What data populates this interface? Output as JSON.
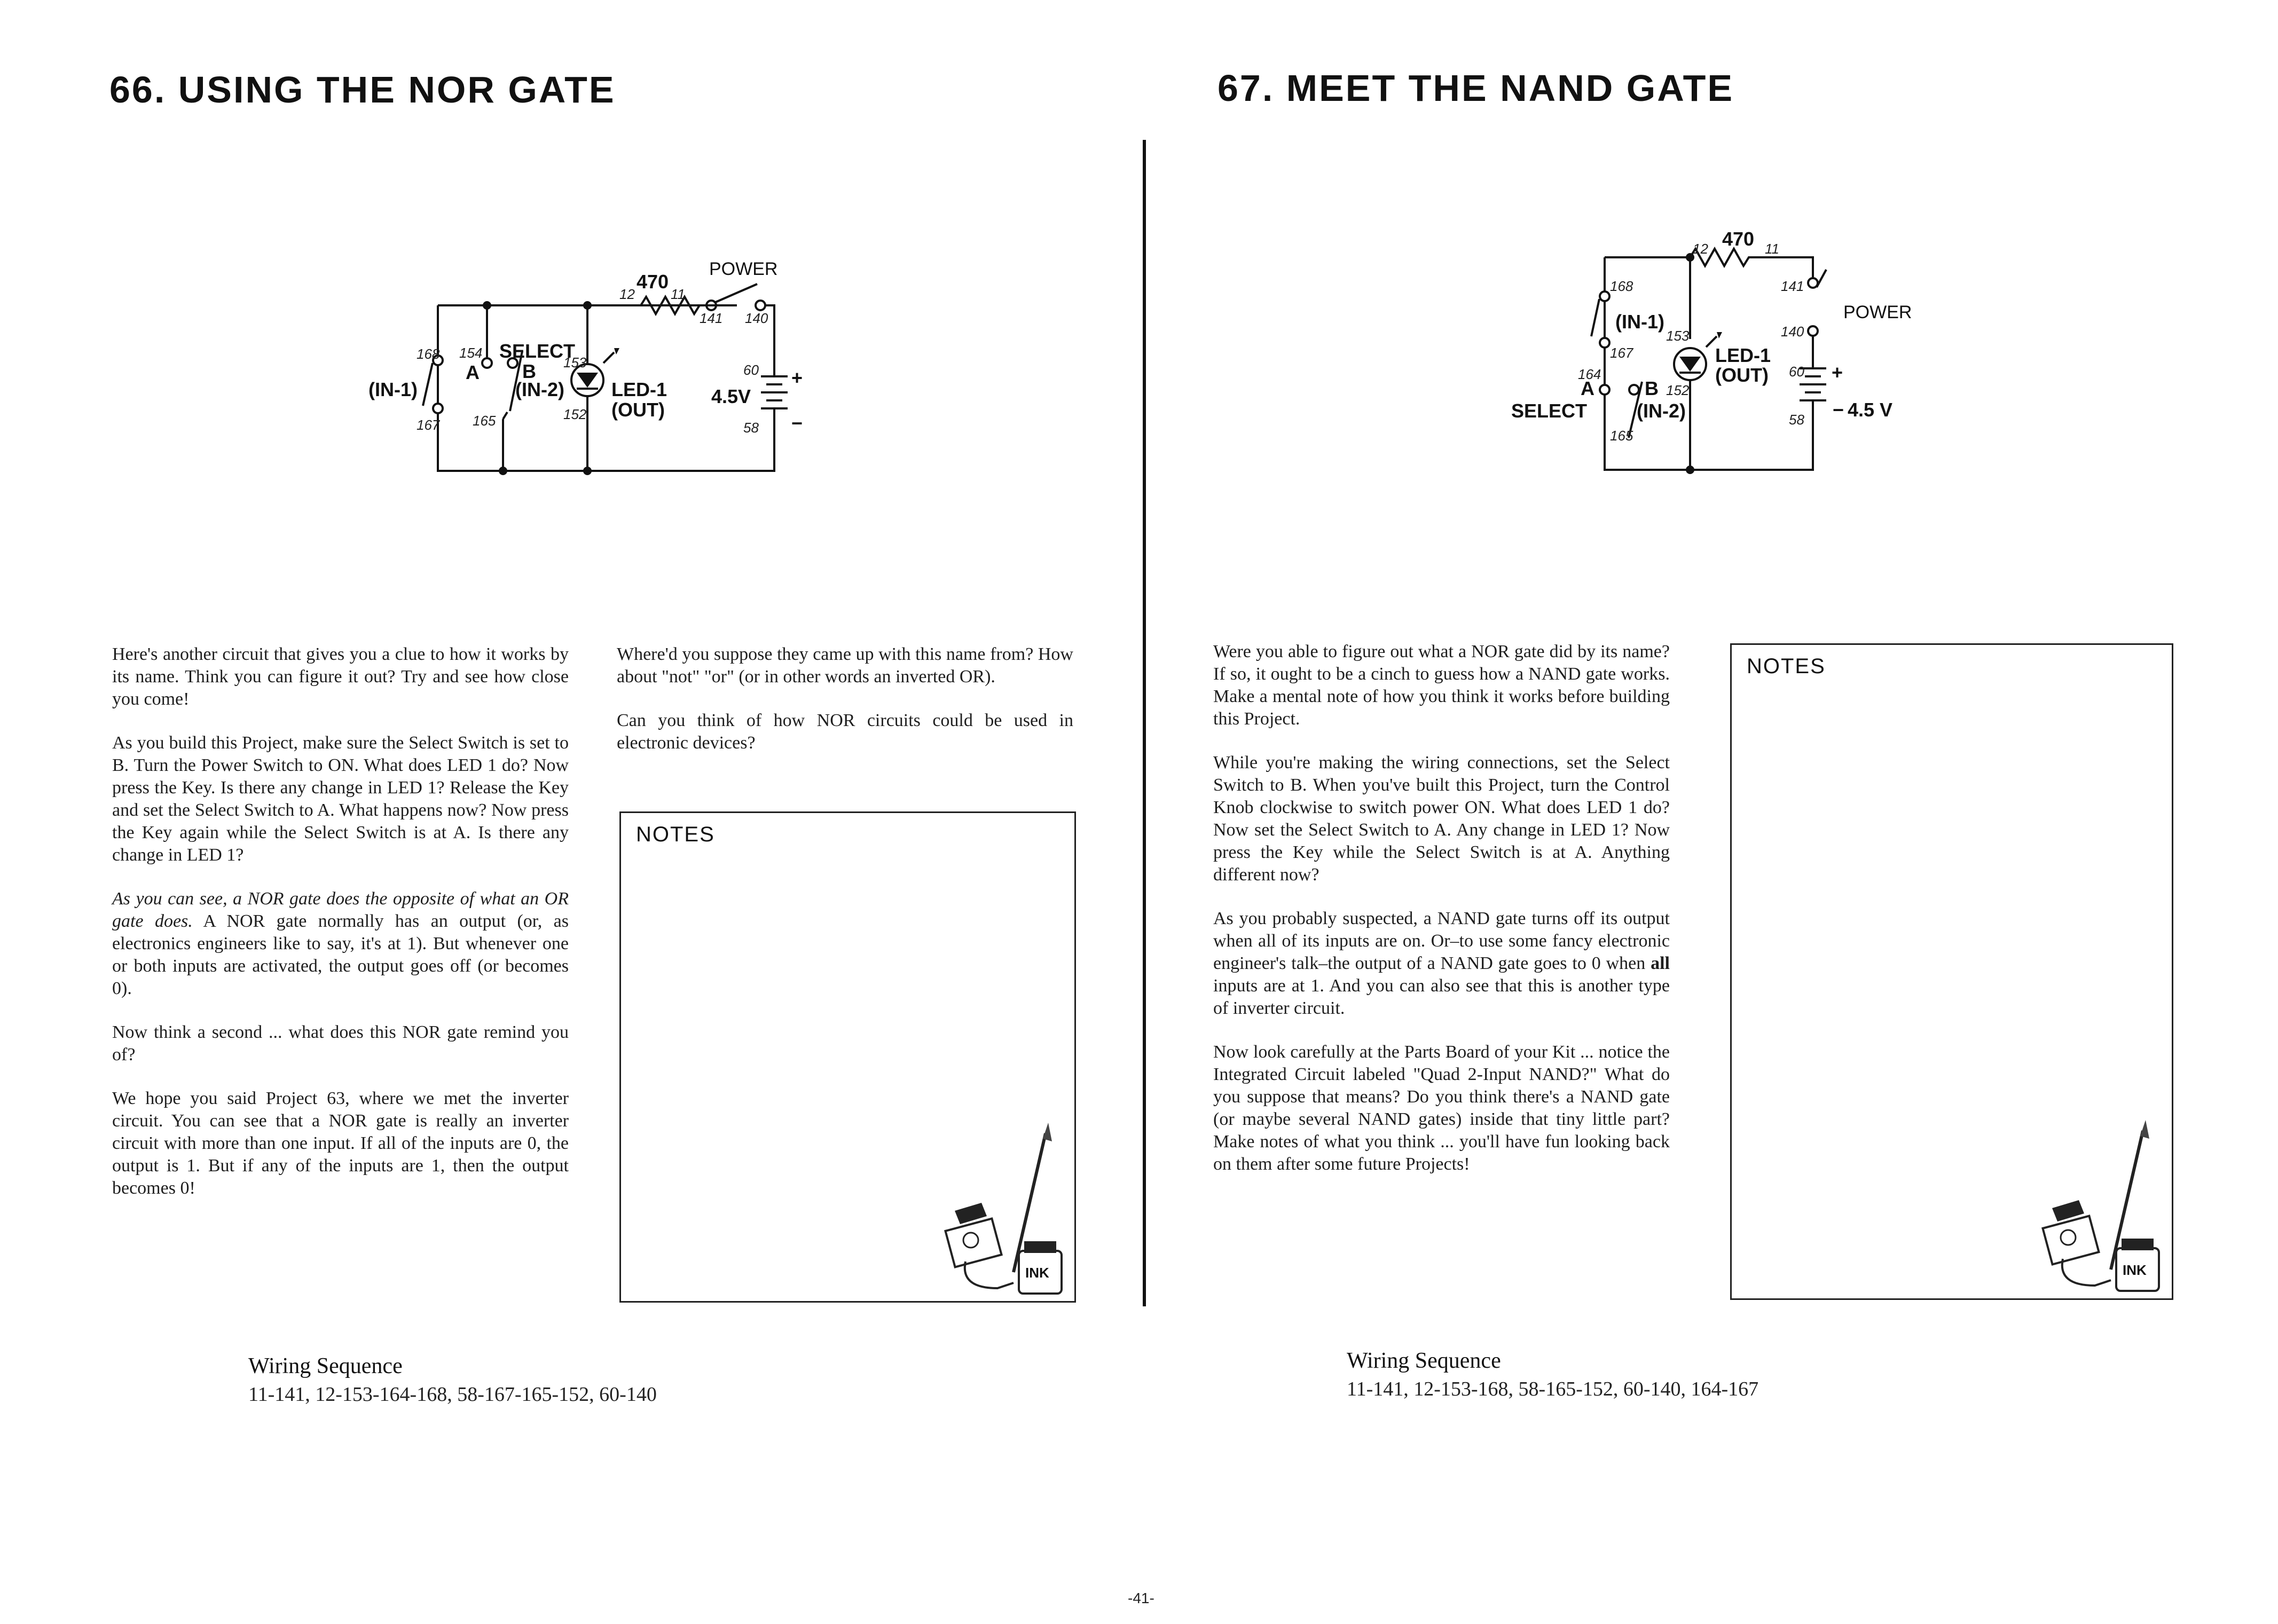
{
  "left": {
    "title": "66. USING THE NOR GATE",
    "para1": "Here's another circuit that gives you a clue to how it works by its name. Think you can figure it out? Try and see how close you come!",
    "para2": "As you build this Project, make sure the Select Switch is set to B. Turn the Power Switch to ON. What does LED 1 do? Now press the Key. Is there any change in LED 1? Release the Key and set the Select Switch to A. What happens now? Now press the Key again while the Select Switch is at A. Is there any change in LED 1?",
    "para3_italic": "As you can see, a NOR gate does the opposite of what an OR gate does.",
    "para3_rest": " A NOR gate normally has an output (or, as electronics engineers like to say, it's at 1). But whenever one or both inputs are activated, the output goes off (or becomes 0).",
    "para4": "Now think a second ... what does this NOR gate remind you of?",
    "para5": "We hope you said Project 63, where we met the inverter circuit. You can see that a NOR gate is really an inverter circuit with more than one input. If all of the inputs are 0, the output is 1. But if any of the inputs are 1, then the output becomes 0!",
    "para6": "Where'd you suppose they came up with this name from? How about \"not\" \"or\" (or in other words an inverted OR).",
    "para7": "Can you think of how NOR circuits could be used in electronic devices?",
    "notes_label": "NOTES",
    "wiring_title": "Wiring Sequence",
    "wiring_text": "11-141, 12-153-164-168, 58-167-165-152, 60-140",
    "circuit": {
      "resistor": "470",
      "power": "POWER",
      "select": "SELECT",
      "a": "A",
      "b": "B",
      "in1": "(IN-1)",
      "in2": "(IN-2)",
      "led": "LED-1",
      "out": "(OUT)",
      "battery": "4.5V",
      "plus": "+",
      "minus": "−",
      "t12": "12",
      "t11": "11",
      "t141": "141",
      "t140": "140",
      "t168": "168",
      "t167": "167",
      "t154": "154",
      "t165": "165",
      "t153": "153",
      "t152": "152",
      "t60": "60",
      "t58": "58"
    }
  },
  "right": {
    "title": "67. MEET THE NAND GATE",
    "para1": "Were you able to figure out what a NOR gate did by its name? If so, it ought to be a cinch to guess how a NAND gate works. Make a mental note of how you think it works before building this Project.",
    "para2": "While you're making the wiring connections, set the Select Switch to B. When you've built this Project, turn the Control Knob clockwise to switch power ON. What does LED 1 do? Now set the Select Switch to A. Any change in LED 1? Now press the Key while the Select Switch is at A. Anything different now?",
    "para3a": "As you probably suspected, a NAND gate turns off its output when all of its inputs are on. Or–to use some fancy electronic engineer's talk–the output of a NAND gate goes to 0 when ",
    "para3b": "all",
    "para3c": " inputs are at 1. And you can also see that this is another type of inverter circuit.",
    "para4": "Now look carefully at the Parts Board of your Kit ... notice the Integrated Circuit labeled \"Quad 2-Input NAND?\" What do you suppose that means? Do you think there's a NAND gate (or maybe several NAND gates) inside that tiny little part? Make notes of what you think ... you'll have fun looking back on them after some future Projects!",
    "notes_label": "NOTES",
    "wiring_title": "Wiring Sequence",
    "wiring_text": "11-141, 12-153-168, 58-165-152, 60-140, 164-167",
    "circuit": {
      "resistor": "470",
      "power": "POWER",
      "select": "SELECT",
      "a": "A",
      "b": "B",
      "in1": "(IN-1)",
      "in2": "(IN-2)",
      "led": "LED-1",
      "out": "(OUT)",
      "battery": "4.5 V",
      "plus": "+",
      "minus": "−",
      "t12": "12",
      "t11": "11",
      "t141": "141",
      "t140": "140",
      "t168": "168",
      "t167": "167",
      "t164": "164",
      "t165": "165",
      "t153": "153",
      "t152": "152",
      "t60": "60",
      "t58": "58"
    }
  },
  "mascot_label": "INK",
  "page_number": "-41-"
}
